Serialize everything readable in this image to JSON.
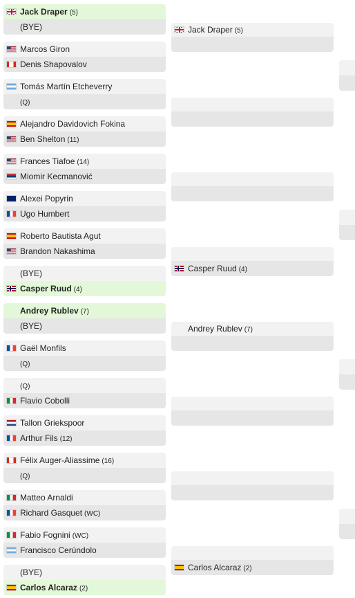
{
  "round1": [
    {
      "p1": {
        "name": "Jack Draper",
        "seed": "(5)",
        "flag": "gb",
        "winner": true
      },
      "p2": {
        "name": "(BYE)",
        "seed": "",
        "flag": ""
      }
    },
    {
      "p1": {
        "name": "Marcos Giron",
        "seed": "",
        "flag": "us"
      },
      "p2": {
        "name": "Denis Shapovalov",
        "seed": "",
        "flag": "ca"
      }
    },
    {
      "p1": {
        "name": "Tomás Martín Etcheverry",
        "seed": "",
        "flag": "ar"
      },
      "p2": {
        "name": "",
        "seed": "(Q)",
        "flag": ""
      }
    },
    {
      "p1": {
        "name": "Alejandro Davidovich Fokina",
        "seed": "",
        "flag": "es"
      },
      "p2": {
        "name": "Ben Shelton",
        "seed": "(11)",
        "flag": "us"
      }
    },
    {
      "p1": {
        "name": "Frances Tiafoe",
        "seed": "(14)",
        "flag": "us"
      },
      "p2": {
        "name": "Miomir Kecmanović",
        "seed": "",
        "flag": "rs"
      }
    },
    {
      "p1": {
        "name": "Alexei Popyrin",
        "seed": "",
        "flag": "au"
      },
      "p2": {
        "name": "Ugo Humbert",
        "seed": "",
        "flag": "fr"
      }
    },
    {
      "p1": {
        "name": "Roberto Bautista Agut",
        "seed": "",
        "flag": "es"
      },
      "p2": {
        "name": "Brandon Nakashima",
        "seed": "",
        "flag": "us"
      }
    },
    {
      "p1": {
        "name": "(BYE)",
        "seed": "",
        "flag": ""
      },
      "p2": {
        "name": "Casper Ruud",
        "seed": "(4)",
        "flag": "no",
        "winner": true
      }
    },
    {
      "p1": {
        "name": "Andrey Rublev",
        "seed": "(7)",
        "flag": "",
        "winner": true
      },
      "p2": {
        "name": "(BYE)",
        "seed": "",
        "flag": ""
      }
    },
    {
      "p1": {
        "name": "Gaël Monfils",
        "seed": "",
        "flag": "fr"
      },
      "p2": {
        "name": "",
        "seed": "(Q)",
        "flag": ""
      }
    },
    {
      "p1": {
        "name": "",
        "seed": "(Q)",
        "flag": ""
      },
      "p2": {
        "name": "Flavio Cobolli",
        "seed": "",
        "flag": "it"
      }
    },
    {
      "p1": {
        "name": "Tallon Griekspoor",
        "seed": "",
        "flag": "nl"
      },
      "p2": {
        "name": "Arthur Fils",
        "seed": "(12)",
        "flag": "fr"
      }
    },
    {
      "p1": {
        "name": "Félix Auger-Aliassime",
        "seed": "(16)",
        "flag": "ca"
      },
      "p2": {
        "name": "",
        "seed": "(Q)",
        "flag": ""
      }
    },
    {
      "p1": {
        "name": "Matteo Arnaldi",
        "seed": "",
        "flag": "it"
      },
      "p2": {
        "name": "Richard Gasquet",
        "seed": "(WC)",
        "flag": "fr"
      }
    },
    {
      "p1": {
        "name": "Fabio Fognini",
        "seed": "(WC)",
        "flag": "it"
      },
      "p2": {
        "name": "Francisco Cerúndolo",
        "seed": "",
        "flag": "ar"
      }
    },
    {
      "p1": {
        "name": "(BYE)",
        "seed": "",
        "flag": ""
      },
      "p2": {
        "name": "Carlos Alcaraz",
        "seed": "(2)",
        "flag": "es",
        "winner": true
      }
    }
  ],
  "round2": [
    {
      "p1": {
        "name": "Jack Draper",
        "seed": "(5)",
        "flag": "gb"
      },
      "p2": {
        "name": "",
        "seed": "",
        "flag": ""
      }
    },
    {
      "p1": {
        "name": "",
        "seed": "",
        "flag": ""
      },
      "p2": {
        "name": "",
        "seed": "",
        "flag": ""
      }
    },
    {
      "p1": {
        "name": "",
        "seed": "",
        "flag": ""
      },
      "p2": {
        "name": "",
        "seed": "",
        "flag": ""
      }
    },
    {
      "p1": {
        "name": "",
        "seed": "",
        "flag": ""
      },
      "p2": {
        "name": "Casper Ruud",
        "seed": "(4)",
        "flag": "no"
      }
    },
    {
      "p1": {
        "name": "Andrey Rublev",
        "seed": "(7)",
        "flag": ""
      },
      "p2": {
        "name": "",
        "seed": "",
        "flag": ""
      }
    },
    {
      "p1": {
        "name": "",
        "seed": "",
        "flag": ""
      },
      "p2": {
        "name": "",
        "seed": "",
        "flag": ""
      }
    },
    {
      "p1": {
        "name": "",
        "seed": "",
        "flag": ""
      },
      "p2": {
        "name": "",
        "seed": "",
        "flag": ""
      }
    },
    {
      "p1": {
        "name": "",
        "seed": "",
        "flag": ""
      },
      "p2": {
        "name": "Carlos Alcaraz",
        "seed": "(2)",
        "flag": "es"
      }
    }
  ],
  "round3": [
    {
      "p1": {
        "name": "",
        "seed": "",
        "flag": ""
      },
      "p2": {
        "name": "",
        "seed": "",
        "flag": ""
      }
    },
    {
      "p1": {
        "name": "",
        "seed": "",
        "flag": ""
      },
      "p2": {
        "name": "",
        "seed": "",
        "flag": ""
      }
    },
    {
      "p1": {
        "name": "",
        "seed": "",
        "flag": ""
      },
      "p2": {
        "name": "",
        "seed": "",
        "flag": ""
      }
    },
    {
      "p1": {
        "name": "",
        "seed": "",
        "flag": ""
      },
      "p2": {
        "name": "",
        "seed": "",
        "flag": ""
      }
    }
  ],
  "colors": {
    "winner_bg": "#e3f8d8",
    "row_top_bg": "#f2f2f2",
    "row_bottom_bg": "#e6e6e6"
  }
}
